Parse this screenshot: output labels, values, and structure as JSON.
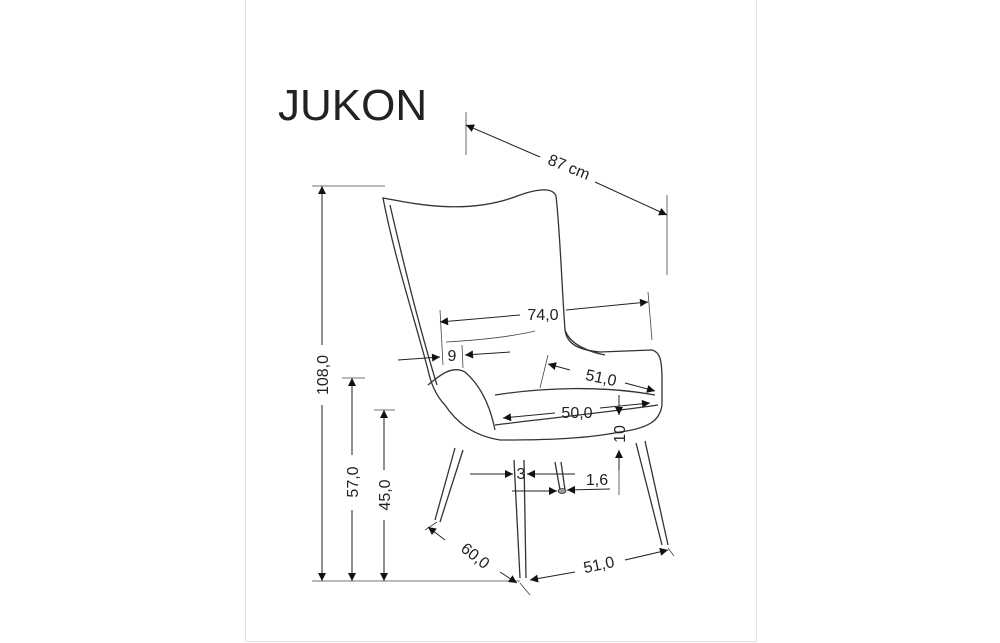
{
  "title": "JUKON",
  "dimensions": {
    "depth_total": "87 cm",
    "height_total": "108,0",
    "armrest_height": "57,0",
    "seat_height": "45,0",
    "inner_back_width": "74,0",
    "arm_width": "9",
    "arm_depth": "51,0",
    "seat_width": "50,0",
    "seat_thickness": "10",
    "leg_width": "3",
    "leg_foot": "1,6",
    "base_depth": "60,0",
    "base_width": "51,0"
  }
}
